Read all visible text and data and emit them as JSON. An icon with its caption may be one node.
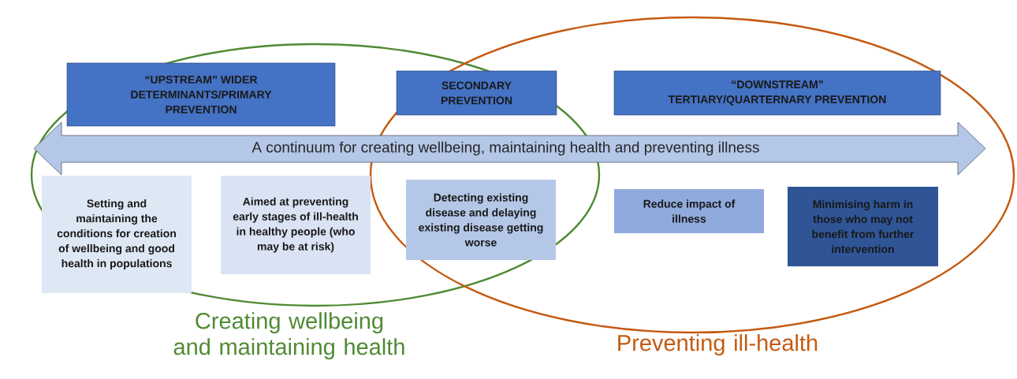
{
  "diagram": {
    "nodes": [
      {
        "text": [
          "Creating wellbeing and maintaining health"
        ]
      },
      {
        "text": [
          "Preventing ill-health"
        ]
      },
      {
        "text": [
          "“UPSTREAM” WIDER DETERMINANTS/PRIMARY PREVENTION"
        ],
        "in": 0
      },
      {
        "text": [
          "SECONDARY PREVENTION"
        ]
      },
      {
        "text": [
          "“DOWNSTREAM” TERTIARY/QUARTERNARY PREVENTION"
        ],
        "in": 1
      },
      {
        "text": [
          "A continuum for creating wellbeing, maintaining health and preventing illness"
        ]
      },
      {
        "text": [
          "Setting and maintaining the conditions for creation of wellbeing and good health in populations"
        ],
        "in": 0
      },
      {
        "text": [
          "Aimed at preventing early stages of ill-health in healthy people (who may be at risk)"
        ],
        "in": 0
      },
      {
        "text": [
          "Detecting existing disease and delaying existing disease getting worse"
        ]
      },
      {
        "text": [
          "Reduce impact of illness"
        ],
        "in": 1
      },
      {
        "text": [
          "Minimising harm in those who may not benefit from further intervention"
        ],
        "in": 1
      }
    ]
  }
}
